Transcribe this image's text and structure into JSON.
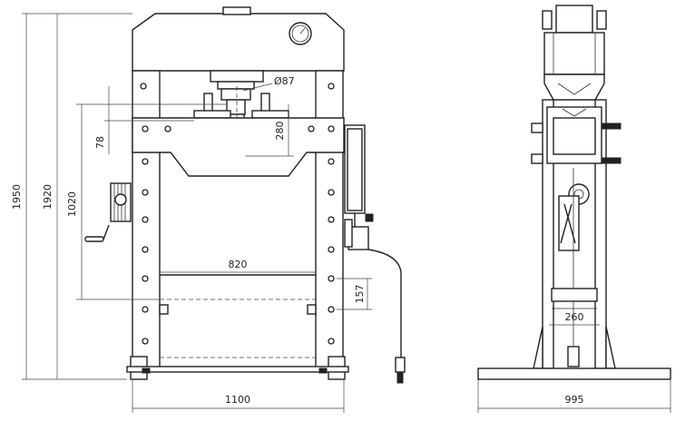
{
  "front_view": {
    "overall_height": "1950",
    "frame_height": "1920",
    "working_height": "1020",
    "ram_stroke": "280",
    "ram_diameter": "Ø87",
    "ram_gap": "78",
    "table_width": "820",
    "hole_pitch": "157",
    "overall_width": "1100"
  },
  "side_view": {
    "column_width": "260",
    "base_depth": "995"
  },
  "colors": {
    "line": "#222222",
    "background": "#ffffff"
  }
}
